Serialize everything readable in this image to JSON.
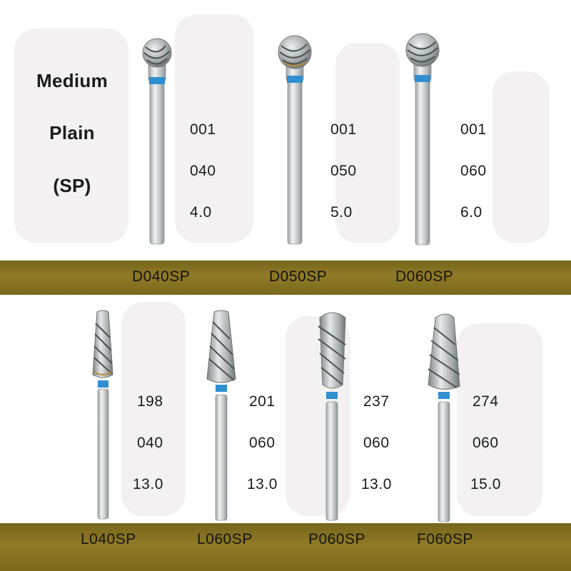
{
  "legend": {
    "line1": "Medium",
    "line2": "Plain",
    "line3": "(SP)"
  },
  "top_row": [
    {
      "code": "D040SP",
      "spec1": "001",
      "spec2": "040",
      "spec3": "4.0"
    },
    {
      "code": "D050SP",
      "spec1": "001",
      "spec2": "050",
      "spec3": "5.0"
    },
    {
      "code": "D060SP",
      "spec1": "001",
      "spec2": "060",
      "spec3": "6.0"
    }
  ],
  "bottom_row": [
    {
      "code": "L040SP",
      "spec1": "198",
      "spec2": "040",
      "spec3": "13.0"
    },
    {
      "code": "L060SP",
      "spec1": "201",
      "spec2": "060",
      "spec3": "13.0"
    },
    {
      "code": "P060SP",
      "spec1": "237",
      "spec2": "060",
      "spec3": "13.0"
    },
    {
      "code": "F060SP",
      "spec1": "274",
      "spec2": "060",
      "spec3": "15.0"
    }
  ],
  "colors": {
    "band": "#8f7a25",
    "ring": "#2f8fd0",
    "steel": "#c9cccc",
    "text": "#1c1c1c"
  }
}
